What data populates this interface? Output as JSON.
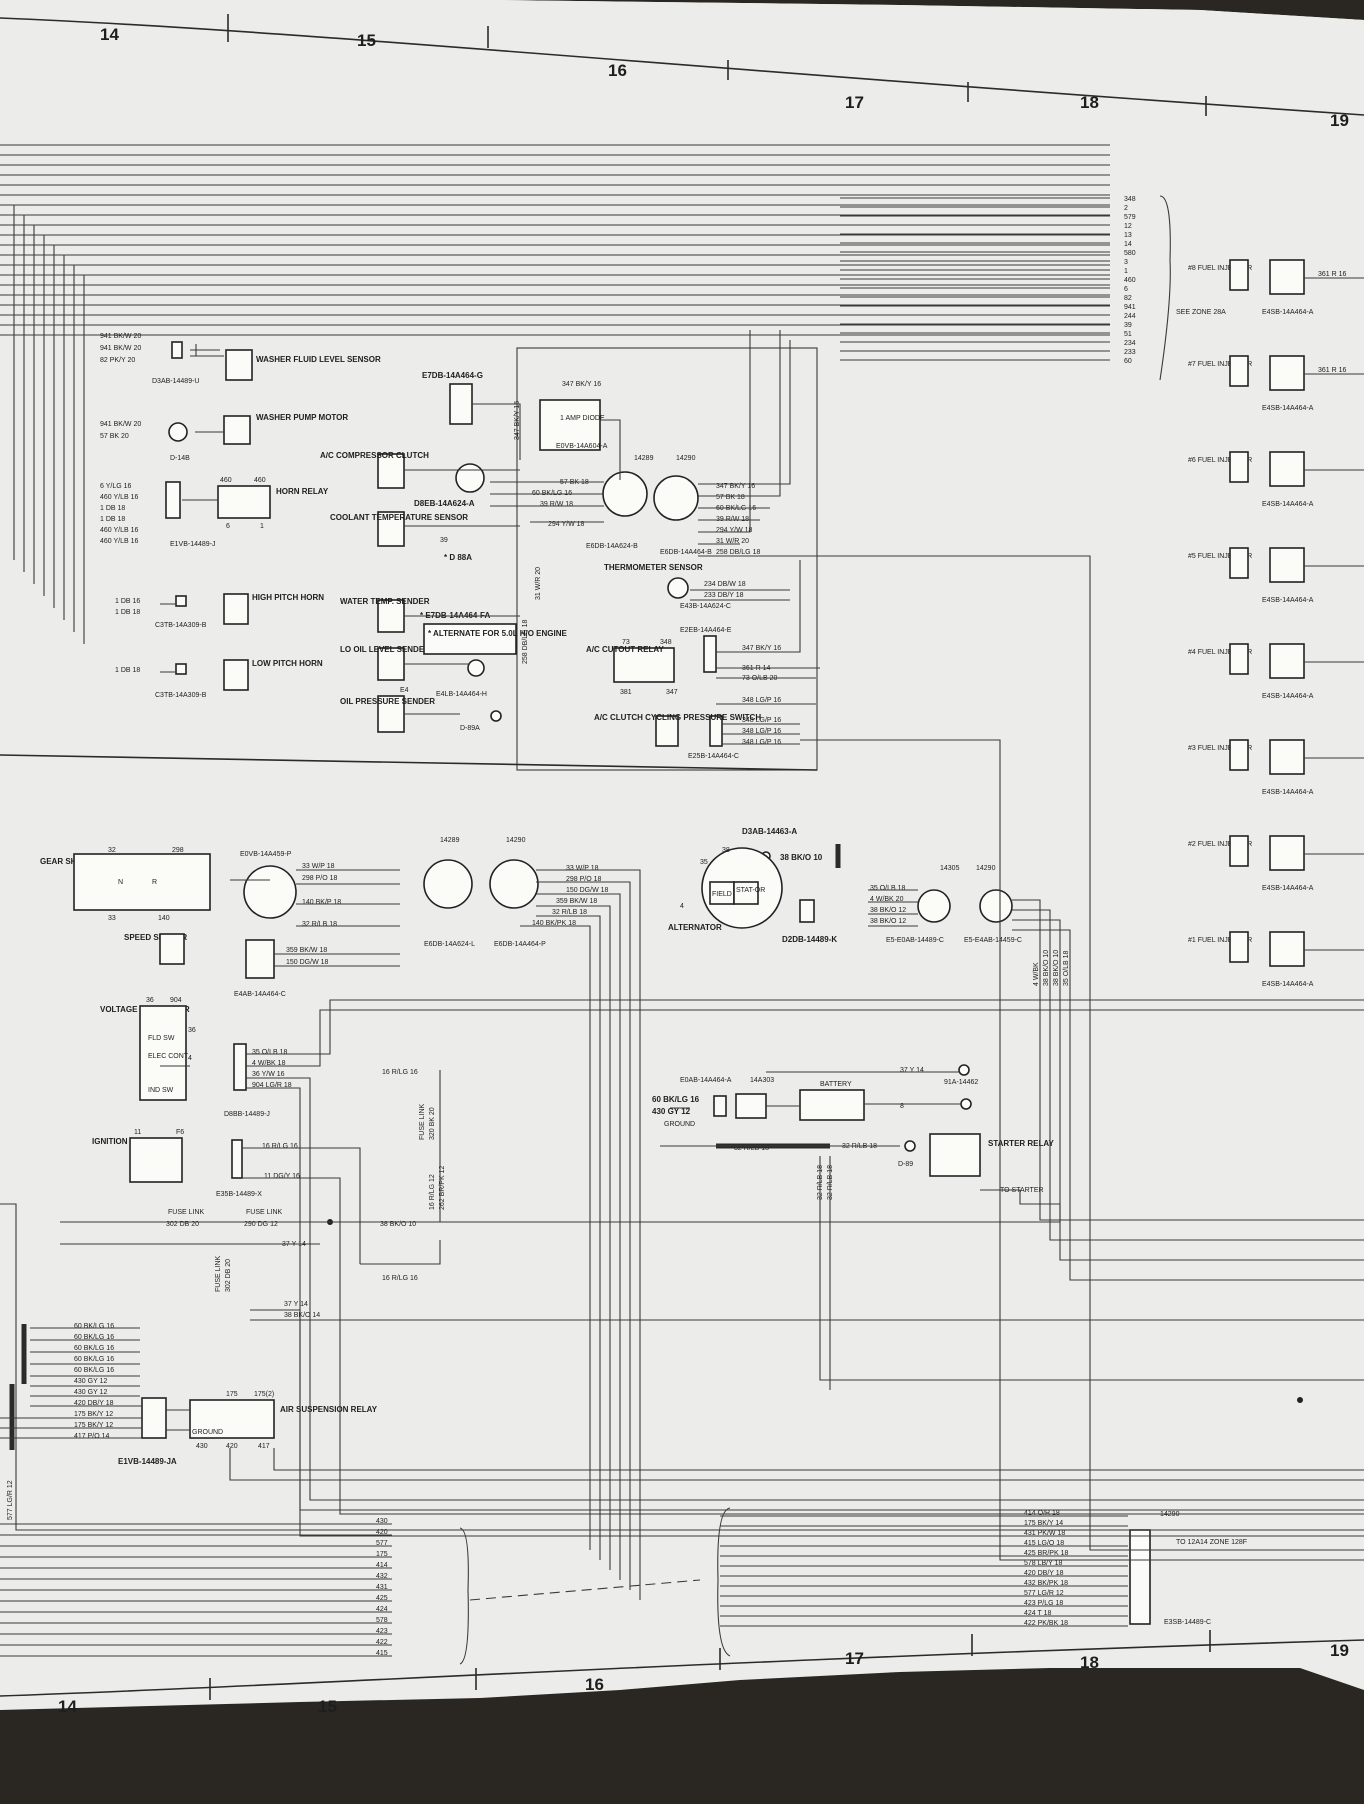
{
  "zones_top": [
    "14",
    "15",
    "16",
    "17",
    "18",
    "19"
  ],
  "zones_bottom": [
    "14",
    "15",
    "16",
    "17",
    "18",
    "19"
  ],
  "top_right_bundle": [
    "348",
    "2",
    "579",
    "12",
    "13",
    "14",
    "580",
    "3",
    "1",
    "460",
    "6",
    "82",
    "941",
    "244",
    "39",
    "51",
    "234",
    "233",
    "60"
  ],
  "see_zone": "SEE ZONE 28A",
  "injectors": [
    {
      "label": "#8 FUEL INJECTOR",
      "conn": "E4SB-14A464-A",
      "wire": "361 R 16"
    },
    {
      "label": "#7 FUEL INJECTOR",
      "conn": "E4SB-14A464-A",
      "wire": "361 R 16"
    },
    {
      "label": "#6 FUEL INJECTOR",
      "conn": "E4SB-14A464-A",
      "wire": ""
    },
    {
      "label": "#5 FUEL INJECTOR",
      "conn": "E4SB-14A464-A",
      "wire": ""
    },
    {
      "label": "#4 FUEL INJECTOR",
      "conn": "E4SB-14A464-A",
      "wire": ""
    },
    {
      "label": "#3 FUEL INJECTOR",
      "conn": "E4SB-14A464-A",
      "wire": ""
    },
    {
      "label": "#2 FUEL INJECTOR",
      "conn": "E4SB-14A464-A",
      "wire": ""
    },
    {
      "label": "#1 FUEL INJECTOR",
      "conn": "E4SB-14A464-A",
      "wire": ""
    }
  ],
  "washer": {
    "wires": [
      "941 BK/W 20",
      "941 BK/W 20",
      "82 PK/Y 20"
    ],
    "conn": "D3AB-14489-U",
    "sensor": "WASHER FLUID LEVEL SENSOR",
    "motor_wires": [
      "941 BK/W 20",
      "57 BK 20"
    ],
    "motor_conn": "D-14B",
    "motor": "WASHER PUMP MOTOR"
  },
  "horn_relay": {
    "wires": [
      "6 Y/LG 16",
      "460 Y/LB 16",
      "1 DB 18",
      "1 DB 18",
      "460 Y/LB 16",
      "460 Y/LB 16"
    ],
    "conn": "E1VB-14489-J",
    "label": "HORN RELAY",
    "pins": [
      "460",
      "460",
      "6",
      "1"
    ]
  },
  "horns": {
    "high_wires": [
      "1 DB 16",
      "1 DB 18"
    ],
    "high_conn": "C3TB-14A309-B",
    "high": "HIGH PITCH HORN",
    "low_wire": "1 DB 18",
    "low_conn": "C3TB-14A309-B",
    "low": "LOW PITCH HORN"
  },
  "sensors_left": [
    "A/C COMPRESSOR CLUTCH",
    "COOLANT TEMPERATURE SENSOR",
    "WATER TEMP. SENDER",
    "LO OIL LEVEL SENDER",
    "OIL PRESSURE SENDER"
  ],
  "e4_label": "E4",
  "center_top": {
    "conn1": "E7DB-14A464-G",
    "diode_wire": "347 BK/Y 16",
    "diode_wire2": "347 BK/Y 16",
    "diode": "1 AMP DIODE",
    "diode_conn": "E0VB-14A604-A",
    "conn2": "D8EB-14A624-A",
    "wires": [
      "57 BK 18",
      "60 BK/LG 16",
      "39 R/W 18",
      "294 Y/W 18"
    ],
    "c14289": "14289",
    "c14290": "14290",
    "e6db": "E6DB-14A624-B",
    "e6db2": "E6DB-14A464-B",
    "right_wires": [
      "347 BK/Y 16",
      "57 BK 18",
      "60 BK/LG 16",
      "39 R/W 18",
      "294 Y/W 18",
      "31 W/R 20",
      "258 DB/LG 18"
    ],
    "w39": "39",
    "d88a": "* D 88A",
    "alt_conn": "* E7DB-14A464-FA",
    "alt_note": "* ALTERNATE FOR 5.0L H/O ENGINE",
    "e4lb": "E4LB-14A464-H",
    "d89a": "D-89A",
    "v1": "31 W/R 20",
    "v2": "258 DB/LG 18"
  },
  "thermometer": {
    "label": "THERMOMETER SENSOR",
    "wires": [
      "234 DB/W 18",
      "233 DB/Y 18"
    ],
    "conn": "E43B-14A624-C"
  },
  "ac_relay": {
    "label": "A/C CUTOUT RELAY",
    "pins": [
      "73",
      "348",
      "381",
      "347"
    ],
    "conn": "E2EB-14A464-E",
    "wires": [
      "347 BK/Y 16",
      "361 R 14",
      "73 O/LB 20",
      "348 LG/P 16"
    ]
  },
  "ac_switch": {
    "label": "A/C CLUTCH CYCLING PRESSURE SWITCH",
    "wires": [
      "348 LG/P 16",
      "348 LG/P 16",
      "348 LG/P 16"
    ],
    "conn": "E25B-14A464-C"
  },
  "gear": {
    "label": "GEAR SHIFT NEUTRAL SWITCH",
    "pins": [
      "32",
      "298",
      "33",
      "140"
    ],
    "n": "N",
    "r": "R"
  },
  "speed": {
    "label": "SPEED SENSOR"
  },
  "mid_conn": {
    "conn": "E0VB-14A459-P",
    "wires": [
      "33 W/P 18",
      "298 P/O 18",
      "140 BK/P 18",
      "32 R/LB 18"
    ],
    "speed_wires": [
      "359 BK/W 18",
      "150 DG/W 18"
    ],
    "speed_conn": "E4AB-14A464-C",
    "c14289": "14289",
    "c14290": "14290",
    "e6db_l": "E6DB-14A624-L",
    "e6db_p": "E6DB-14A464-P",
    "right_wires": [
      "33 W/P 18",
      "298 P/O 18",
      "150 DG/W 18",
      "359 BK/W 18",
      "32 R/LB 18",
      "140 BK/PK 18"
    ]
  },
  "alternator": {
    "conn": "D3AB-14463-A",
    "wire": "38 BK/O 10",
    "label": "ALTERNATOR",
    "pins": [
      "38",
      "35",
      "4"
    ],
    "field": "FIELD",
    "stator": "STAT-OR",
    "d2db": "D2DB-14489-K",
    "wires": [
      "35 O/LB 18",
      "4 W/BK 20",
      "38 BK/O 12",
      "38 BK/O 12"
    ],
    "c14305": "14305",
    "c14290": "14290",
    "es1": "E5-E0AB-14489-C",
    "es2": "E5-E4AB-14459-C",
    "vert": [
      "4 W/BK",
      "38 BK/O 10",
      "38 BK/O 10",
      "35 O/LB 18"
    ]
  },
  "regulator": {
    "label": "VOLTAGE REGULATOR",
    "pins": [
      "36",
      "904",
      "36",
      "4"
    ],
    "fld": "FLD SW",
    "elec": "ELEC CONT",
    "ind": "IND SW",
    "wires": [
      "35 O/LB 18",
      "4 W/BK 18",
      "36 Y/W 16",
      "904 LG/R 18"
    ],
    "conn": "D8BB-14489-J"
  },
  "ignition": {
    "label": "IGNITION COIL",
    "pins": [
      "11",
      "F6"
    ],
    "wires": [
      "16 R/LG 16",
      "11 DG/Y 16"
    ],
    "conn": "E35B-14489-X"
  },
  "fuse_links": {
    "fl1": "FUSE LINK",
    "fl1_wire": "302 DB 20",
    "fl2": "FUSE LINK",
    "fl2_wire": "290 DG 12",
    "w37": "37 Y 14",
    "w38": "38 BK/O 10",
    "w16a": "16 R/LG 16",
    "w16b": "16 R/LG 16",
    "fl3": "FUSE LINK",
    "fl3_wire": "302 DB 20",
    "fl4": "FUSE LINK",
    "fl4_wire": "320 BK 20",
    "w37b": "37 Y 14",
    "w38b": "38 BK/O 14",
    "vert1": "16 R/LG 12",
    "vert2": "262 BR/PK 12"
  },
  "battery": {
    "conn": "E0AB-14A464-A",
    "c14a303": "14A303",
    "label": "BATTERY",
    "wires": [
      "60 BK/LG 16",
      "430 GY 12"
    ],
    "ground": "GROUND",
    "w37": "37 Y 14",
    "w8": "8",
    "w32": "32 R/LB 18",
    "w32b": "32 R/LB 18",
    "v1": "32 R/LB 18",
    "v2": "32 R/LB 18",
    "c91a": "91A-14462",
    "d89": "D-89",
    "relay": "STARTER RELAY",
    "to_starter": "TO STARTER"
  },
  "air_susp": {
    "wires": [
      "60 BK/LG 16",
      "60 BK/LG 16",
      "60 BK/LG 16",
      "60 BK/LG 16",
      "60 BK/LG 16",
      "430 GY 12",
      "430 GY 12",
      "420 DB/Y 18",
      "175 BK/Y 12",
      "175 BK/Y 12",
      "417 P/O 14"
    ],
    "conn": "E1VB-14489-JA",
    "label": "AIR SUSPENSION RELAY",
    "pins": [
      "175",
      "175(2)",
      "430",
      "420",
      "417"
    ],
    "ground": "GROUND",
    "side": "577 LG/R 12"
  },
  "bottom_bundle_left": [
    "430",
    "420",
    "577",
    "175",
    "414",
    "432",
    "431",
    "425",
    "424",
    "578",
    "423",
    "422",
    "415"
  ],
  "bottom_bundle_right": [
    "414 O/R 18",
    "175 BK/Y 14",
    "431 PK/W 18",
    "415 LG/O 18",
    "425 BR/PK 18",
    "578 LB/Y 18",
    "420 DB/Y 18",
    "432 BK/PK 18",
    "577 LG/R 12",
    "423 P/LG 18",
    "424 T 18",
    "422 PK/BK 18"
  ],
  "bottom_conn": {
    "c14290": "14290",
    "to": "TO 12A14 ZONE 128F",
    "conn": "E3SB-14489-C"
  }
}
